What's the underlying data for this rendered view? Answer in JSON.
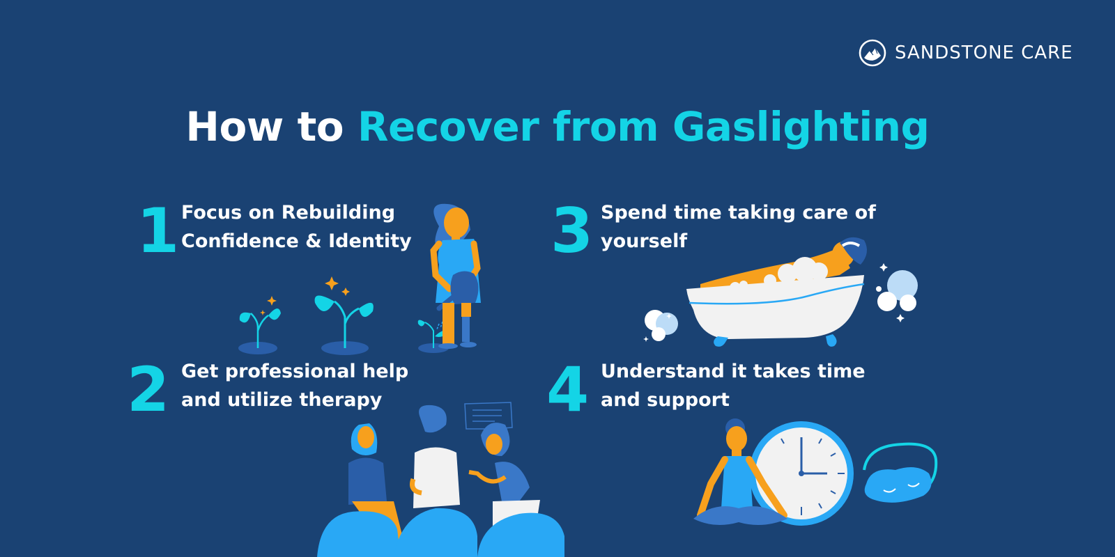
{
  "brand": {
    "name": "SANDSTONE CARE",
    "logo_icon": "mountain-circle-icon"
  },
  "title": {
    "prefix": "How to",
    "accent": "Recover from Gaslighting"
  },
  "colors": {
    "background": "#1a4273",
    "accent_cyan": "#14d4e6",
    "text_white": "#ffffff",
    "skin_orange": "#f7a01d",
    "light_blue": "#29a8f5",
    "mid_blue": "#3a78c8",
    "deep_blue": "#2a5ea8"
  },
  "steps": [
    {
      "number": "1",
      "line1": "Focus on Rebuilding",
      "line2": "Confidence & Identity",
      "illustration": "woman-watering-plants"
    },
    {
      "number": "2",
      "line1": "Get professional help",
      "line2": "and utilize therapy",
      "illustration": "group-therapy-session"
    },
    {
      "number": "3",
      "line1": "Spend time taking care of",
      "line2": "yourself",
      "illustration": "woman-in-bathtub"
    },
    {
      "number": "4",
      "line1": "Understand it takes time",
      "line2": "and support",
      "illustration": "meditation-clock-sleep-mask"
    }
  ]
}
